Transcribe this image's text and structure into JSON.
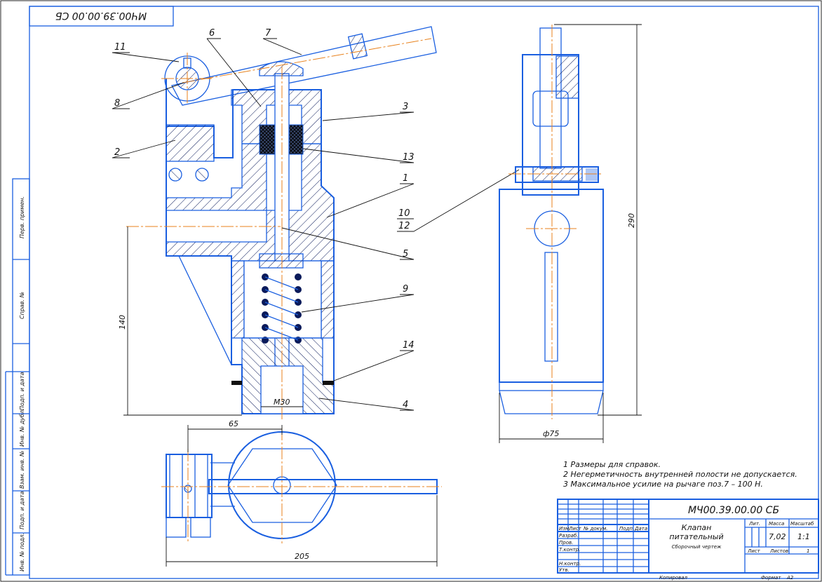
{
  "stamp_top_mirrored": "МЧ00.39.00.00 СБ",
  "leaders": [
    "11",
    "7",
    "6",
    "8",
    "3",
    "2",
    "13",
    "1",
    "10",
    "12",
    "5",
    "9",
    "14",
    "4"
  ],
  "dimensions": {
    "m30": "М30",
    "d65": "65",
    "d140": "140",
    "d290": "290",
    "d75": "ф75",
    "d205": "205"
  },
  "notes": [
    "1 Размеры для справок.",
    "2 Негерметичность внутренней полости не допускается.",
    "3 Максимальное усилие на рычаге поз.7 – 100 Н."
  ],
  "side_stamp": [
    "Перв. примен.",
    "Справ. №",
    "Подп. и дата",
    "Инв. № дубл.",
    "Взам. инв. №",
    "Подп. и дата",
    "Инв. № подл."
  ],
  "title_block": {
    "designation": "МЧ00.39.00.00 СБ",
    "name_line1": "Клапан",
    "name_line2": "питательный",
    "name_line3": "Сборочный чертеж",
    "col_headers": [
      "Изм.",
      "Лист",
      "№ докум.",
      "Подп.",
      "Дата"
    ],
    "rows": [
      "Разраб.",
      "Пров.",
      "Т.контр.",
      "Н.контр.",
      "Утв."
    ],
    "lit": "Лит.",
    "mass": "Масса",
    "scale": "Масштаб",
    "mass_value": "7,02",
    "scale_value": "1:1",
    "sheet": "Лист",
    "sheets": "Листов",
    "sheets_value": "1",
    "copied": "Копировал",
    "format": "Формат",
    "format_value": "А2"
  }
}
